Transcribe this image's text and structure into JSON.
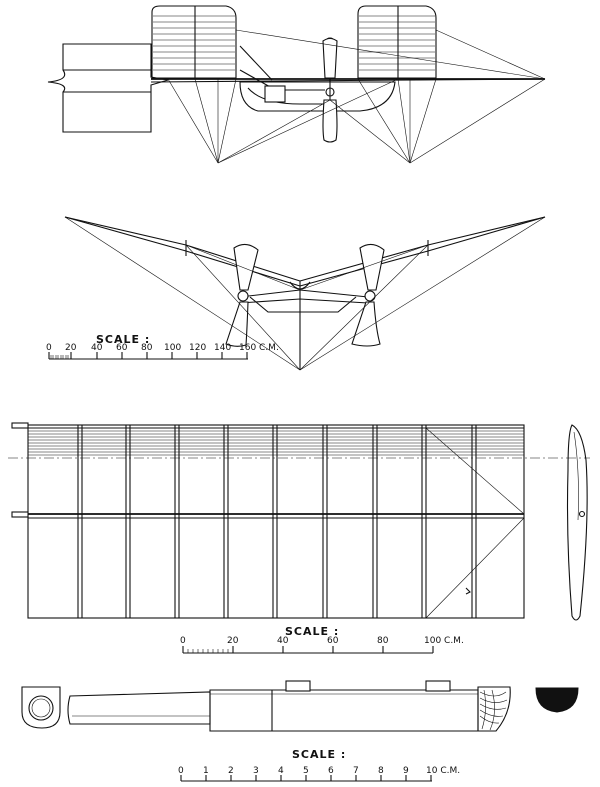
{
  "top_figure": {
    "scale_title": "SCALE :",
    "scale_ticks": [
      "0",
      "20",
      "40",
      "60",
      "80",
      "100",
      "120",
      "140",
      "160 C.M."
    ]
  },
  "wing_figure": {
    "scale_title": "SCALE :",
    "scale_ticks": [
      "0",
      "20",
      "40",
      "60",
      "80",
      "100 C.M."
    ]
  },
  "bottom_figure": {
    "scale_title": "SCALE :",
    "scale_ticks": [
      "0",
      "1",
      "2",
      "3",
      "4",
      "5",
      "6",
      "7",
      "8",
      "9",
      "10 C.M."
    ]
  }
}
